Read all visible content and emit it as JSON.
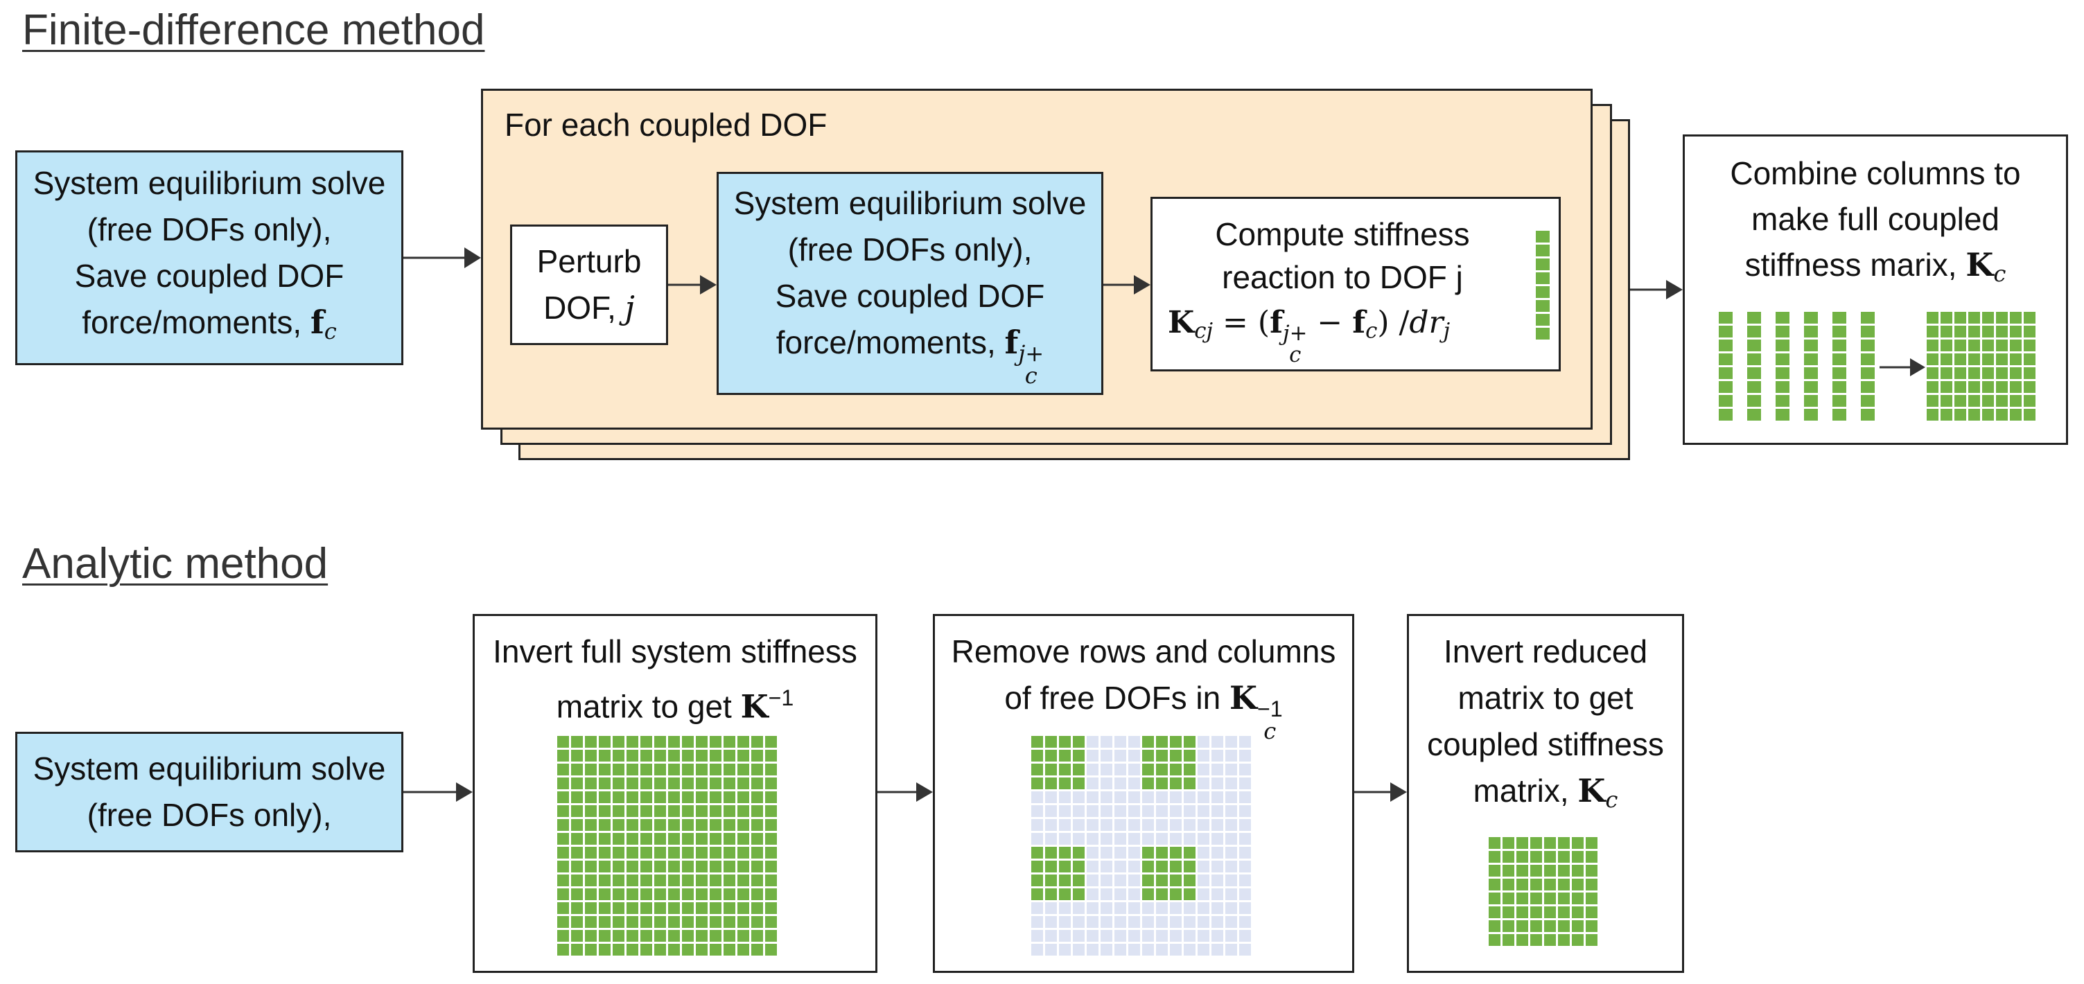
{
  "colors": {
    "blue_box": "#bfe6f8",
    "orange_box": "#fde9cc",
    "green_cell": "#72b244",
    "light_cell": "#dde3f3",
    "stroke": "#222222"
  },
  "finite_difference": {
    "heading": "Finite-difference method",
    "solve_box": {
      "line1": "System equilibrium solve",
      "line2": "(free DOFs only),",
      "line3": "Save coupled DOF",
      "line4_text": "force/moments, ",
      "line4_sym": "f",
      "line4_sub": "c"
    },
    "loop": {
      "label": "For each coupled DOF",
      "perturb": {
        "line1": "Perturb",
        "line2_text": "DOF, ",
        "line2_sym": "j"
      },
      "solve": {
        "line1": "System equilibrium solve",
        "line2": "(free DOFs only),",
        "line3": "Save coupled DOF",
        "line4_text": "force/moments, ",
        "line4_sym": "f",
        "line4_sup": "j+",
        "line4_sub": "c"
      },
      "compute": {
        "line1": "Compute stiffness",
        "line2": "reaction to DOF j",
        "eq_K": "K",
        "eq_K_sub": "cj",
        "eq_mid": " = (",
        "eq_f": "f",
        "eq_f_sup": "j+",
        "eq_f_sub": "c",
        "eq_minus": " − ",
        "eq_f2": "f",
        "eq_f2_sub": "c",
        "eq_end": ") /",
        "eq_dr": "dr",
        "eq_dr_sub": "j"
      }
    },
    "combine": {
      "line1": "Combine columns to",
      "line2": "make full coupled",
      "line3_text": "stiffness marix, ",
      "line3_sym": "K",
      "line3_sub": "c"
    }
  },
  "analytic": {
    "heading": "Analytic method",
    "solve_box": {
      "line1": "System equilibrium solve",
      "line2": "(free DOFs only),"
    },
    "invert_full": {
      "line1": "Invert full system stiffness",
      "line2_text": "matrix to get ",
      "line2_sym": "K",
      "line2_sup": "−1"
    },
    "remove": {
      "line1": "Remove rows and columns",
      "line2_text": "of free DOFs in ",
      "line2_sym": "K",
      "line2_sup": "−1",
      "line2_sub": "c"
    },
    "invert_reduced": {
      "line1": "Invert reduced",
      "line2": "matrix to get",
      "line3": "coupled stiffness",
      "line4_text": "matrix, ",
      "line4_sym": "K",
      "line4_sub": "c"
    }
  }
}
